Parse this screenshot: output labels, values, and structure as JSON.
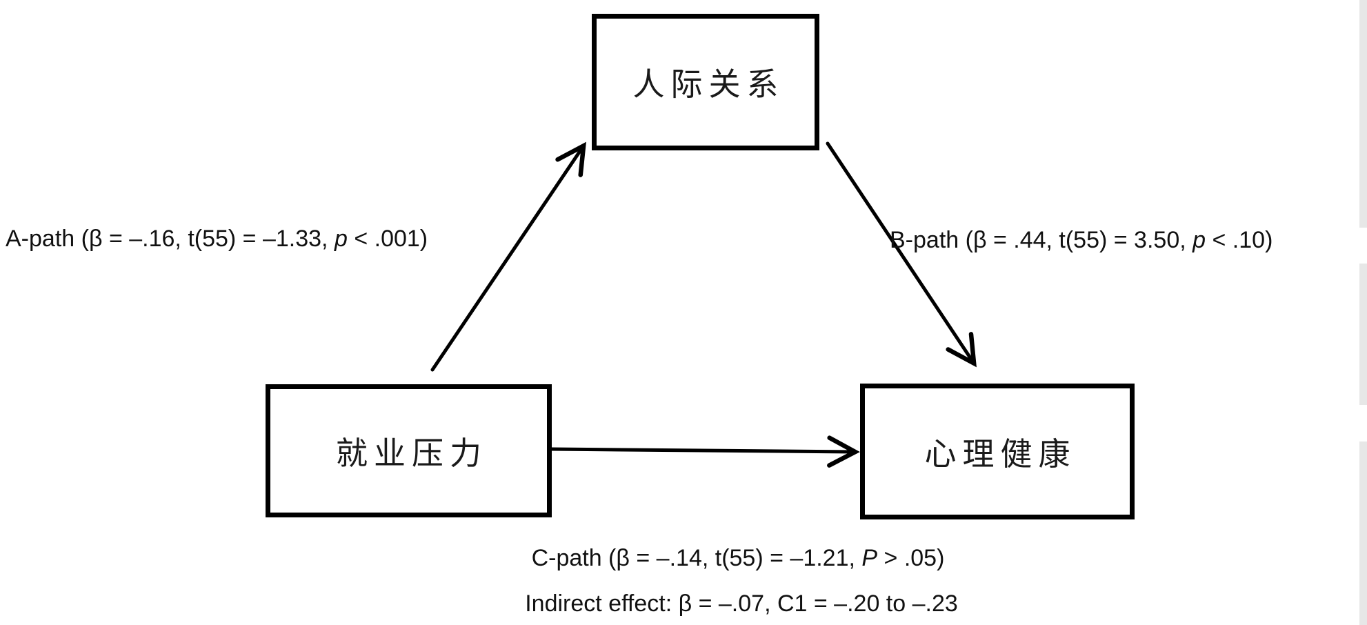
{
  "figure": {
    "nodes": {
      "mediator": {
        "label": "人际关系"
      },
      "predictor": {
        "label": "就业压力"
      },
      "outcome": {
        "label": "心理健康"
      }
    },
    "path_labels": {
      "a": {
        "pre": "A-path (β = –.16, t(55) = –1.33, ",
        "stat": "p",
        "post": " < .001)"
      },
      "b": {
        "pre": "B-path (β = .44, t(55) = 3.50, ",
        "stat": "p",
        "post": " < .10)"
      },
      "c": {
        "pre": "C-path (β = –.14, t(55) = –1.21, ",
        "stat": "P",
        "post": " > .05)"
      },
      "indirect": "Indirect effect: β = –.07, C1 = –.20 to –.23"
    },
    "colors": {
      "line": "#000000",
      "text": "#111111",
      "background": "#ffffff",
      "edge_strip": "#e7e7e7"
    }
  }
}
